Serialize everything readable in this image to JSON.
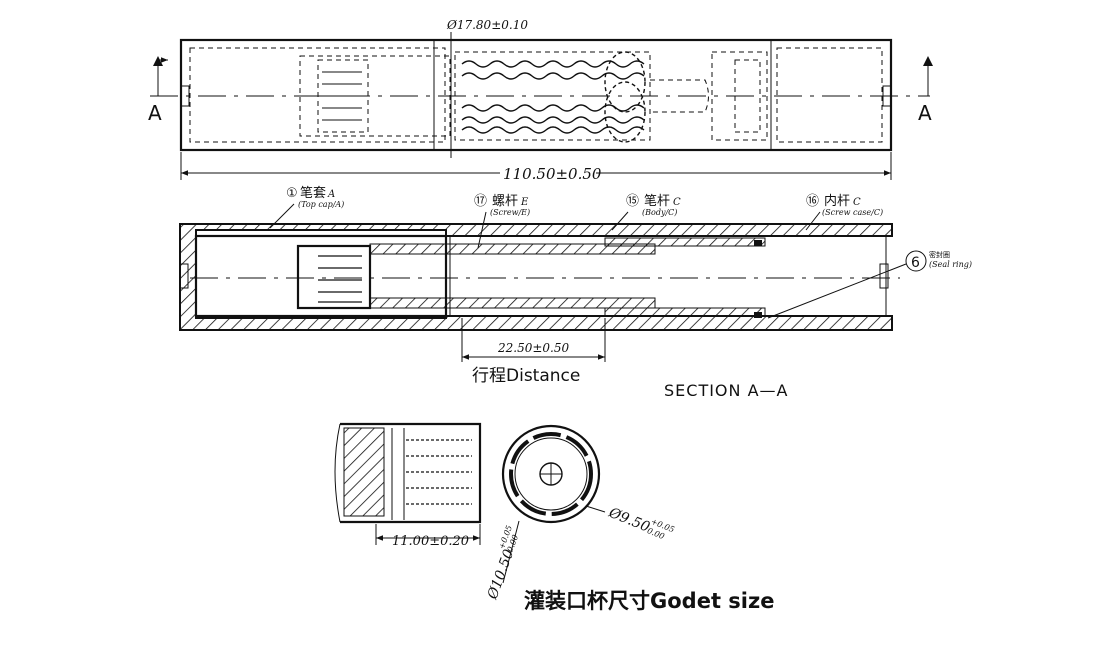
{
  "top_view": {
    "dim_diameter": "Ø17.80±0.10",
    "dim_length": "110.50±0.50",
    "section_mark_left": "A",
    "section_mark_right": "A"
  },
  "section_view": {
    "title": "SECTION A—A",
    "callouts": [
      {
        "number": "①",
        "cn": "笔套",
        "sub": "A",
        "en": "(Top cap/A)"
      },
      {
        "number": "⑰",
        "cn": "螺杆",
        "sub": "E",
        "en": "(Screw/E)"
      },
      {
        "number": "⑮",
        "cn": "笔杆",
        "sub": "C",
        "en": "(Body/C)"
      },
      {
        "number": "⑯",
        "cn": "内杆",
        "sub": "C",
        "en": "(Screw case/C)"
      },
      {
        "number": "6",
        "cn": "密封圈",
        "sub": "",
        "en": "(Seal ring)"
      }
    ],
    "dim_travel": "22.50±0.50",
    "travel_label": "行程Distance"
  },
  "godet": {
    "dim_depth": "11.00±0.20",
    "dim_outer": "Ø10.50",
    "dim_outer_tol_upper": "+0.05",
    "dim_outer_tol_lower": "0.00",
    "dim_inner": "Ø9.50",
    "dim_inner_tol_upper": "+0.05",
    "dim_inner_tol_lower": "0.00",
    "caption": "灌装口杯尺寸Godet size"
  }
}
